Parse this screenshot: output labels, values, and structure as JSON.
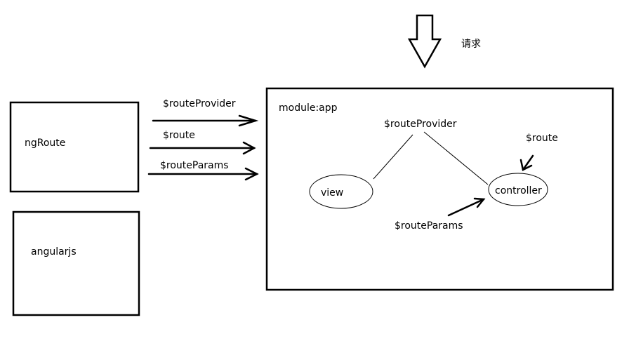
{
  "request_label": "请求",
  "boxes": {
    "ngroute": "ngRoute",
    "angularjs": "angularjs"
  },
  "arrows": {
    "route_provider": "$routeProvider",
    "route": "$route",
    "route_params": "$routeParams"
  },
  "module": {
    "title": "module:app",
    "route_provider": "$routeProvider",
    "route": "$route",
    "route_params": "$routeParams",
    "view": "view",
    "controller": "controller"
  },
  "colors": {
    "stroke": "#000000",
    "background": "#ffffff"
  }
}
